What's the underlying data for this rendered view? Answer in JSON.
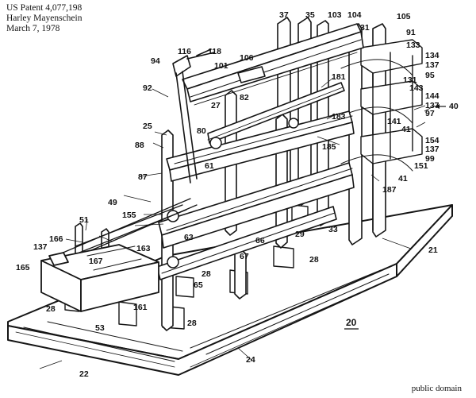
{
  "caption": {
    "patent": "US Patent 4,077,198",
    "inventor": "Harley Mayenschein",
    "date": "March 7, 1978"
  },
  "credit": "public domain",
  "figure_number": "20",
  "reference_numerals": [
    "37",
    "35",
    "103",
    "104",
    "105",
    "31",
    "91",
    "133",
    "134",
    "137",
    "95",
    "116",
    "118",
    "94",
    "106",
    "101",
    "92",
    "181",
    "131",
    "143",
    "144",
    "137",
    "40",
    "97",
    "141",
    "82",
    "27",
    "183",
    "41",
    "154",
    "137",
    "99",
    "80",
    "25",
    "88",
    "185",
    "151",
    "61",
    "87",
    "41",
    "187",
    "49",
    "155",
    "51",
    "33",
    "166",
    "63",
    "66",
    "29",
    "21",
    "137",
    "165",
    "167",
    "163",
    "67",
    "28",
    "65",
    "28",
    "28",
    "161",
    "53",
    "28",
    "24",
    "22"
  ]
}
